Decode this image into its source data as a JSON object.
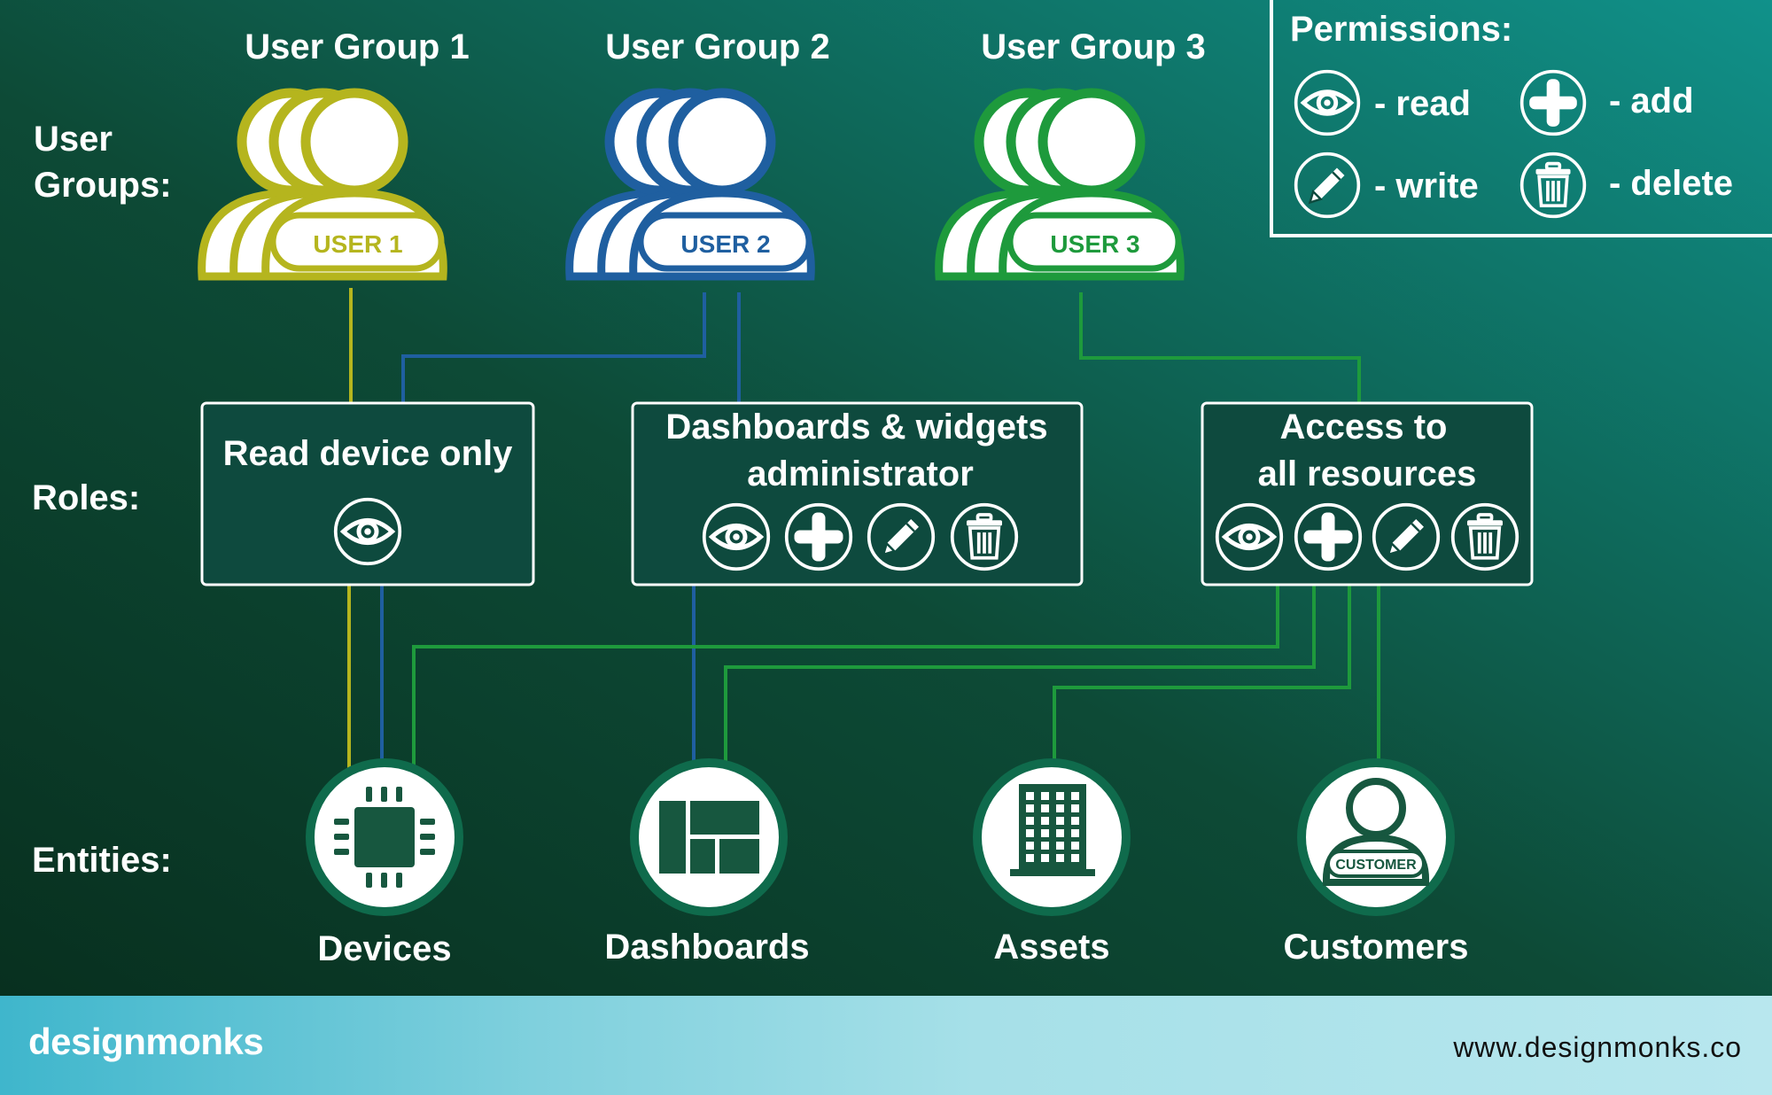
{
  "colors": {
    "bg_dark": "#0b3524",
    "bg_teal": "#0f8a84",
    "group1": "#b5b51e",
    "group2": "#1f5fa0",
    "group3": "#1e9a3c",
    "box_fill": "#0e4a3e",
    "entity_ring": "#0f6b4c",
    "icon_dark": "#17573f"
  },
  "row_labels": {
    "user_groups_line1": "User",
    "user_groups_line2": "Groups:",
    "roles": "Roles:",
    "entities": "Entities:"
  },
  "user_groups": [
    {
      "title": "User Group 1",
      "badge": "USER 1",
      "color": "#b5b51e"
    },
    {
      "title": "User Group 2",
      "badge": "USER 2",
      "color": "#1f5fa0"
    },
    {
      "title": "User Group 3",
      "badge": "USER 3",
      "color": "#1e9a3c"
    }
  ],
  "permissions": {
    "title": "Permissions:",
    "items": [
      {
        "icon": "eye-icon",
        "label": "- read"
      },
      {
        "icon": "plus-icon",
        "label": "- add"
      },
      {
        "icon": "pencil-icon",
        "label": "- write"
      },
      {
        "icon": "trash-icon",
        "label": "- delete"
      }
    ]
  },
  "roles": [
    {
      "line1": "Read device only",
      "line2": "",
      "permissions": [
        "eye-icon"
      ]
    },
    {
      "line1": "Dashboards & widgets",
      "line2": "administrator",
      "permissions": [
        "eye-icon",
        "plus-icon",
        "pencil-icon",
        "trash-icon"
      ]
    },
    {
      "line1": "Access to",
      "line2": "all resources",
      "permissions": [
        "eye-icon",
        "plus-icon",
        "pencil-icon",
        "trash-icon"
      ]
    }
  ],
  "entities": [
    {
      "label": "Devices",
      "icon": "chip-icon"
    },
    {
      "label": "Dashboards",
      "icon": "dashboard-icon"
    },
    {
      "label": "Assets",
      "icon": "building-icon"
    },
    {
      "label": "Customers",
      "icon": "customer-icon",
      "badge": "CUSTOMER"
    }
  ],
  "footer": {
    "brand": "designmonks",
    "website": "www.designmonks.co"
  }
}
